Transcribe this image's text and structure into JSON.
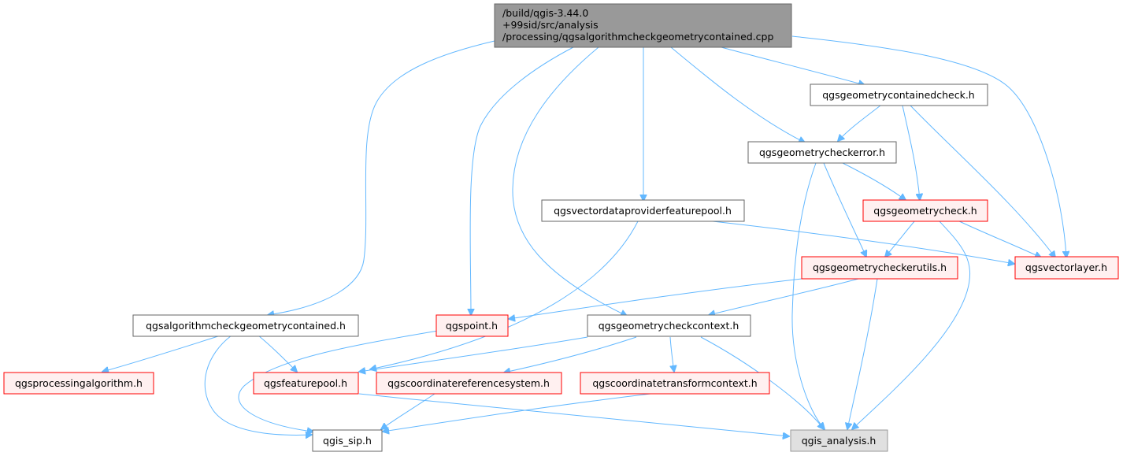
{
  "colors": {
    "edge": "#63b8ff",
    "root_fill": "#999999",
    "root_border": "#666666",
    "plain_fill": "#ffffff",
    "plain_border": "#666666",
    "linked_fill": "#fff0f0",
    "linked_border": "#ff0000",
    "external_fill": "#e0e0e0",
    "external_border": "#999999"
  },
  "nodes": {
    "root": {
      "lines": [
        "/build/qgis-3.44.0",
        "+99sid/src/analysis",
        "/processing/qgsalgorithmcheckgeometrycontained.cpp"
      ],
      "style": "root"
    },
    "containedcheck": {
      "lines": [
        "qgsgeometrycontainedcheck.h"
      ],
      "style": "plain"
    },
    "checkererror": {
      "lines": [
        "qgsgeometrycheckerror.h"
      ],
      "style": "plain"
    },
    "vdpfeaturepool": {
      "lines": [
        "qgsvectordataproviderfeaturepool.h"
      ],
      "style": "plain"
    },
    "geometrycheck": {
      "lines": [
        "qgsgeometrycheck.h"
      ],
      "style": "linked"
    },
    "checkerutils": {
      "lines": [
        "qgsgeometrycheckerutils.h"
      ],
      "style": "linked"
    },
    "vectorlayer": {
      "lines": [
        "qgsvectorlayer.h"
      ],
      "style": "linked"
    },
    "algheader": {
      "lines": [
        "qgsalgorithmcheckgeometrycontained.h"
      ],
      "style": "plain"
    },
    "point": {
      "lines": [
        "qgspoint.h"
      ],
      "style": "linked"
    },
    "checkcontext": {
      "lines": [
        "qgsgeometrycheckcontext.h"
      ],
      "style": "plain"
    },
    "procalg": {
      "lines": [
        "qgsprocessingalgorithm.h"
      ],
      "style": "linked"
    },
    "featurepool": {
      "lines": [
        "qgsfeaturepool.h"
      ],
      "style": "linked"
    },
    "crs": {
      "lines": [
        "qgscoordinatereferencesystem.h"
      ],
      "style": "linked"
    },
    "transformctx": {
      "lines": [
        "qgscoordinatetransformcontext.h"
      ],
      "style": "linked"
    },
    "sip": {
      "lines": [
        "qgis_sip.h"
      ],
      "style": "plain"
    },
    "analysis": {
      "lines": [
        "qgis_analysis.h"
      ],
      "style": "external"
    }
  },
  "edges": [
    [
      "root",
      "containedcheck"
    ],
    [
      "root",
      "checkererror"
    ],
    [
      "root",
      "vdpfeaturepool"
    ],
    [
      "root",
      "vectorlayer"
    ],
    [
      "root",
      "algheader"
    ],
    [
      "root",
      "point"
    ],
    [
      "root",
      "checkcontext"
    ],
    [
      "containedcheck",
      "checkererror"
    ],
    [
      "containedcheck",
      "geometrycheck"
    ],
    [
      "containedcheck",
      "vectorlayer"
    ],
    [
      "checkererror",
      "geometrycheck"
    ],
    [
      "checkererror",
      "checkerutils"
    ],
    [
      "checkererror",
      "analysis"
    ],
    [
      "geometrycheck",
      "checkerutils"
    ],
    [
      "geometrycheck",
      "vectorlayer"
    ],
    [
      "geometrycheck",
      "analysis"
    ],
    [
      "vdpfeaturepool",
      "vectorlayer"
    ],
    [
      "vdpfeaturepool",
      "featurepool"
    ],
    [
      "checkerutils",
      "point"
    ],
    [
      "checkerutils",
      "checkcontext"
    ],
    [
      "checkerutils",
      "analysis"
    ],
    [
      "algheader",
      "procalg"
    ],
    [
      "algheader",
      "featurepool"
    ],
    [
      "algheader",
      "sip"
    ],
    [
      "point",
      "sip"
    ],
    [
      "checkcontext",
      "featurepool"
    ],
    [
      "checkcontext",
      "crs"
    ],
    [
      "checkcontext",
      "transformctx"
    ],
    [
      "checkcontext",
      "analysis"
    ],
    [
      "featurepool",
      "analysis"
    ],
    [
      "crs",
      "sip"
    ],
    [
      "transformctx",
      "sip"
    ]
  ]
}
